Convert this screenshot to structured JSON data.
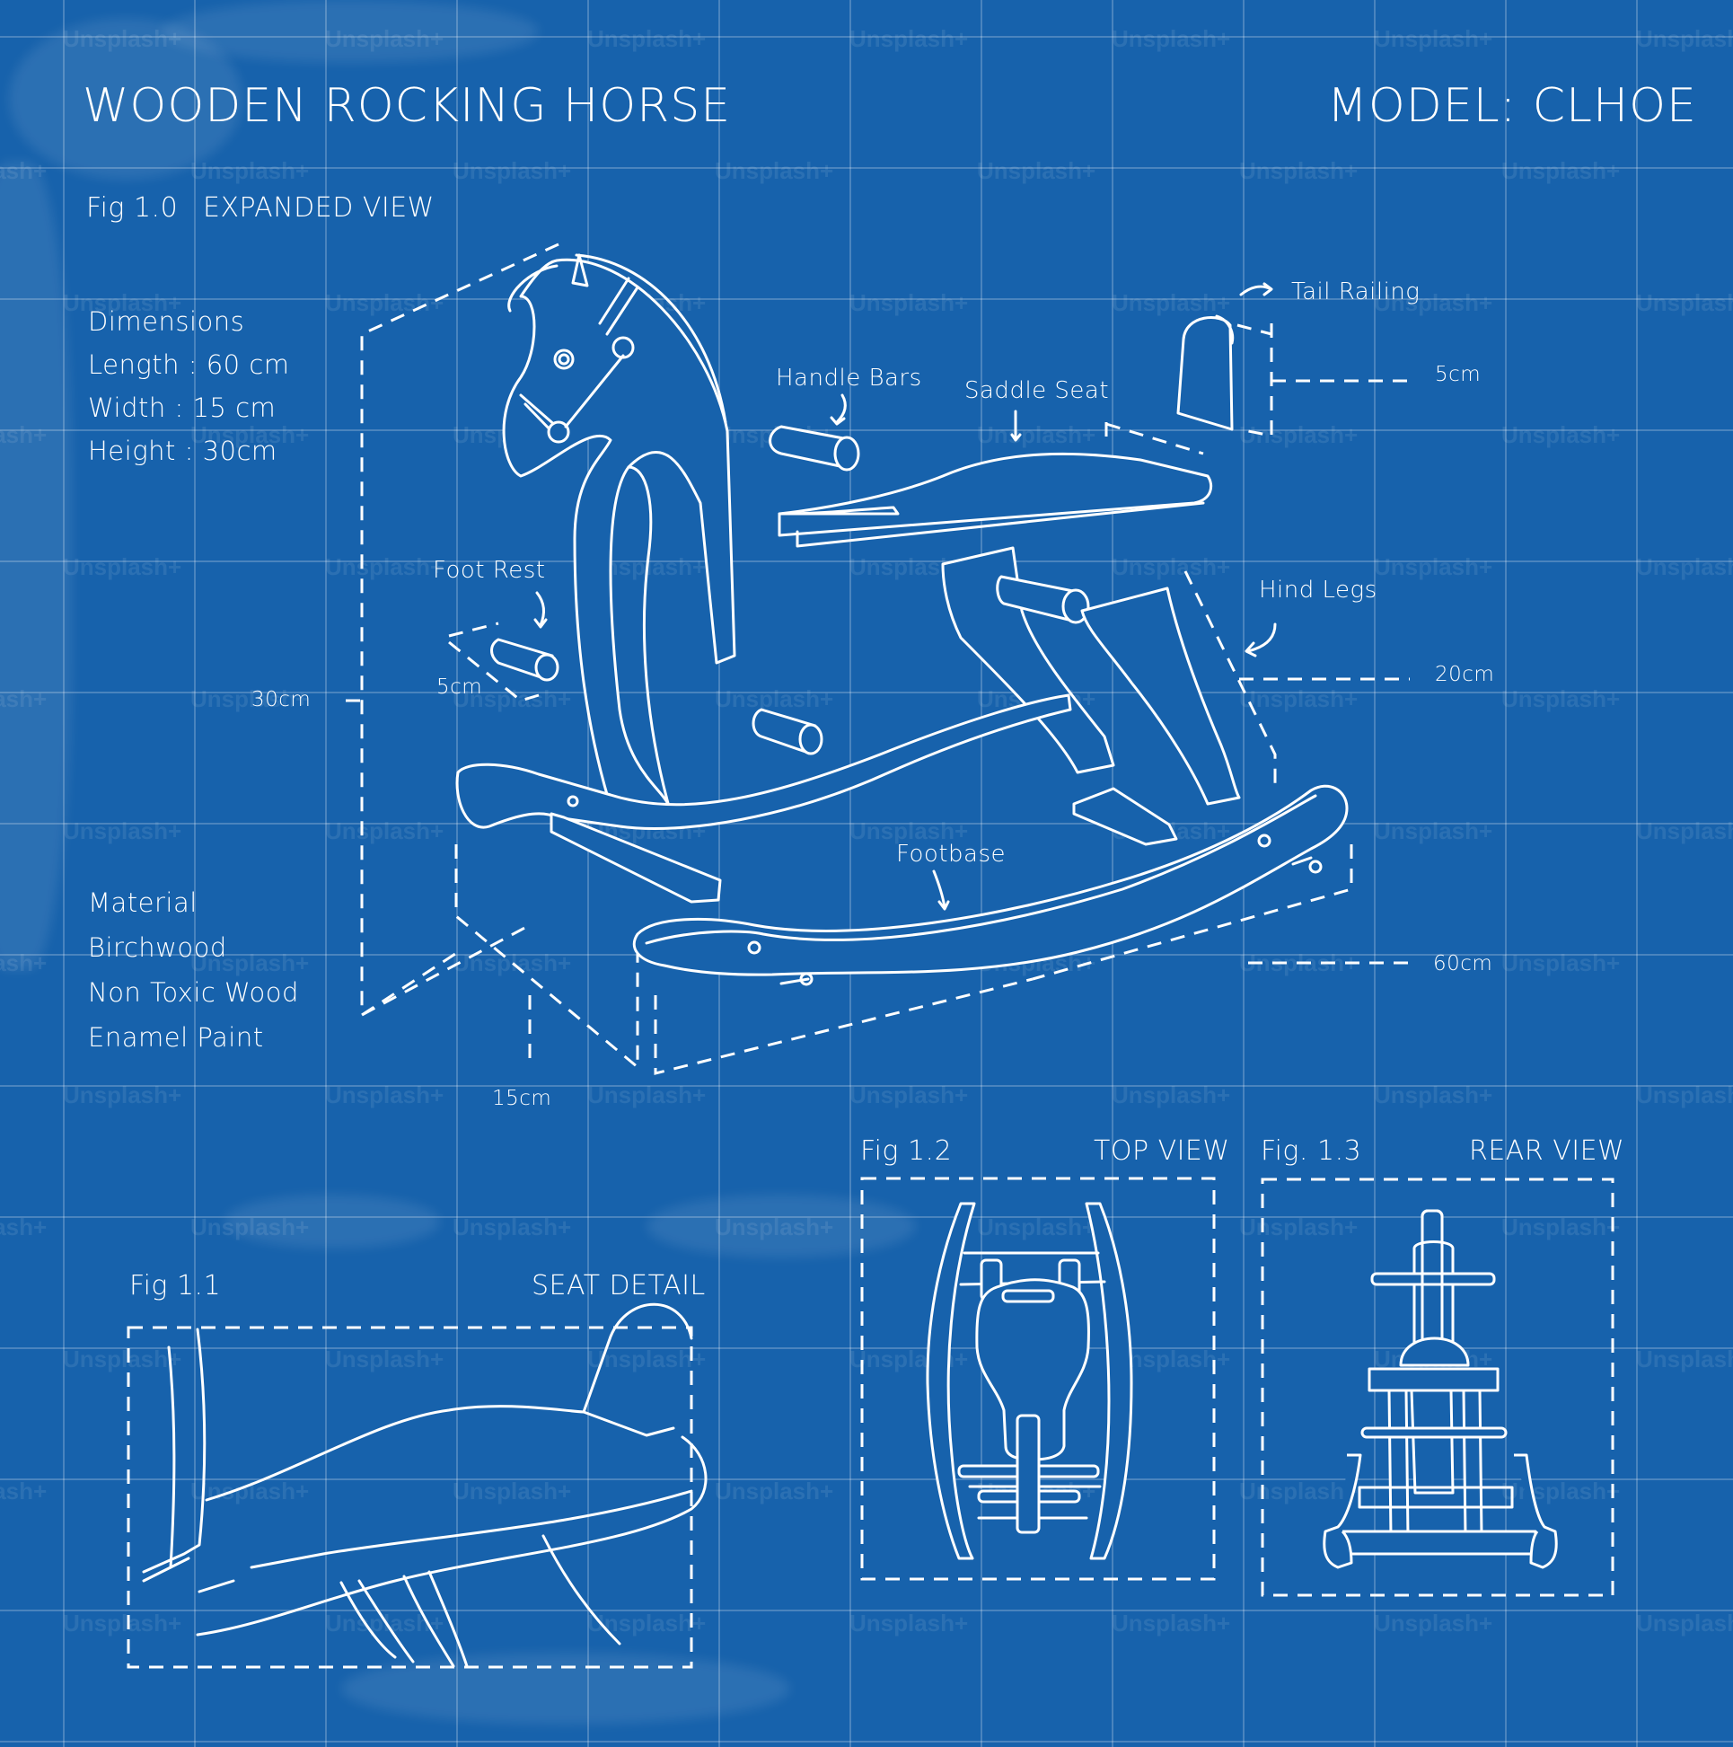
{
  "header": {
    "title": "WOODEN ROCKING HORSE",
    "model": "MODEL: CLHOE"
  },
  "figures": {
    "fig10": {
      "number": "Fig 1.0",
      "name": "EXPANDED VIEW"
    },
    "fig11": {
      "number": "Fig 1.1",
      "name": "SEAT DETAIL"
    },
    "fig12": {
      "number": "Fig 1.2",
      "name": "TOP VIEW"
    },
    "fig13": {
      "number": "Fig. 1.3",
      "name": "REAR VIEW"
    }
  },
  "dimensions": {
    "heading": "Dimensions",
    "length": "Length : 60 cm",
    "width": "Width : 15 cm",
    "height": "Height : 30cm"
  },
  "material": {
    "heading": "Material",
    "items": [
      "Birchwood",
      "Non Toxic Wood",
      "Enamel Paint"
    ]
  },
  "callouts": {
    "handle_bars": "Handle Bars",
    "saddle_seat": "Saddle Seat",
    "tail_railing": "Tail Railing",
    "foot_rest": "Foot Rest",
    "hind_legs": "Hind Legs",
    "footbase": "Footbase"
  },
  "measurements": {
    "tail_railing": "5cm",
    "foot_rest": "5cm",
    "hind_legs": "20cm",
    "height": "30cm",
    "length": "60cm",
    "width": "15cm"
  },
  "watermark": "Unsplash+",
  "colors": {
    "background": "#1762ac",
    "lines": "#ffffff",
    "grid": "rgba(255,255,255,0.22)"
  }
}
